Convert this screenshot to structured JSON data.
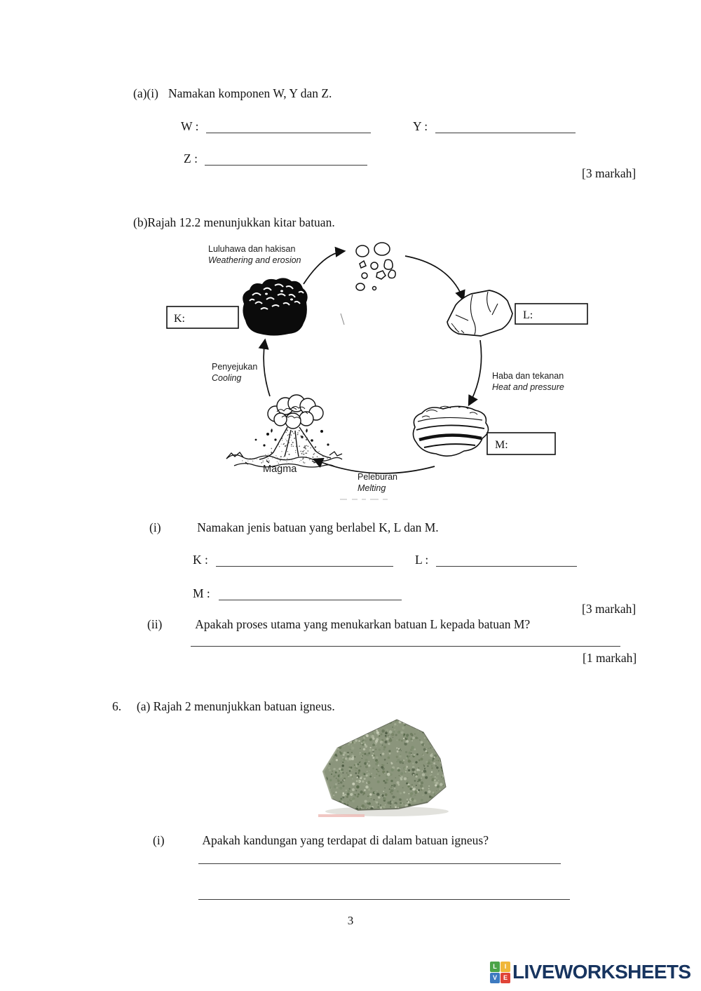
{
  "q5": {
    "a_i": {
      "label": "(a)(i)",
      "text": "Namakan komponen W, Y dan Z.",
      "w_label": "W :",
      "y_label": "Y :",
      "z_label": "Z :",
      "marks": "[3 markah]"
    },
    "b_intro": "(b)Rajah 12.2 menunjukkan kitar batuan.",
    "diagram": {
      "weathering_ms": "Luluhawa dan hakisan",
      "weathering_en": "Weathering and erosion",
      "cooling_ms": "Penyejukan",
      "cooling_en": "Cooling",
      "heat_ms": "Haba dan tekanan",
      "heat_en": "Heat and pressure",
      "melting_ms": "Peleburan",
      "melting_en": "Melting",
      "magma": "Magma",
      "box_k": "K:",
      "box_l": "L:",
      "box_m": "M:"
    },
    "b_i": {
      "label": "(i)",
      "text": "Namakan jenis batuan yang berlabel  K, L dan M.",
      "k_label": "K  :",
      "l_label": "L :",
      "m_label": "M :",
      "marks": "[3 markah]"
    },
    "b_ii": {
      "label": "(ii)",
      "text": "Apakah proses utama yang menukarkan batuan L kepada batuan M?",
      "marks": "[1 markah]"
    }
  },
  "q6": {
    "number": "6.",
    "intro": "(a) Rajah 2 menunjukkan batuan igneus.",
    "i_label": "(i)",
    "i_text": "Apakah kandungan yang terdapat di dalam batuan igneus?",
    "photo_palette": {
      "base": "#8b957c",
      "speckles": [
        "#5a6b4e",
        "#6e7c5e",
        "#9aa58a",
        "#c9cfb9",
        "#7b8a6c",
        "#4e5c44",
        "#b4bca4"
      ],
      "shadow": "#d8d8d2",
      "artifact_pink": "#edb9b4"
    }
  },
  "page_number": "3",
  "footer": {
    "brand": "LIVEWORKSHEETS",
    "brand_color": "#17345f",
    "tiles": [
      {
        "letter": "L",
        "color": "#4ba448"
      },
      {
        "letter": "I",
        "color": "#f0b73a"
      },
      {
        "letter": "V",
        "color": "#3d7ac0"
      },
      {
        "letter": "E",
        "color": "#e04438"
      }
    ]
  }
}
